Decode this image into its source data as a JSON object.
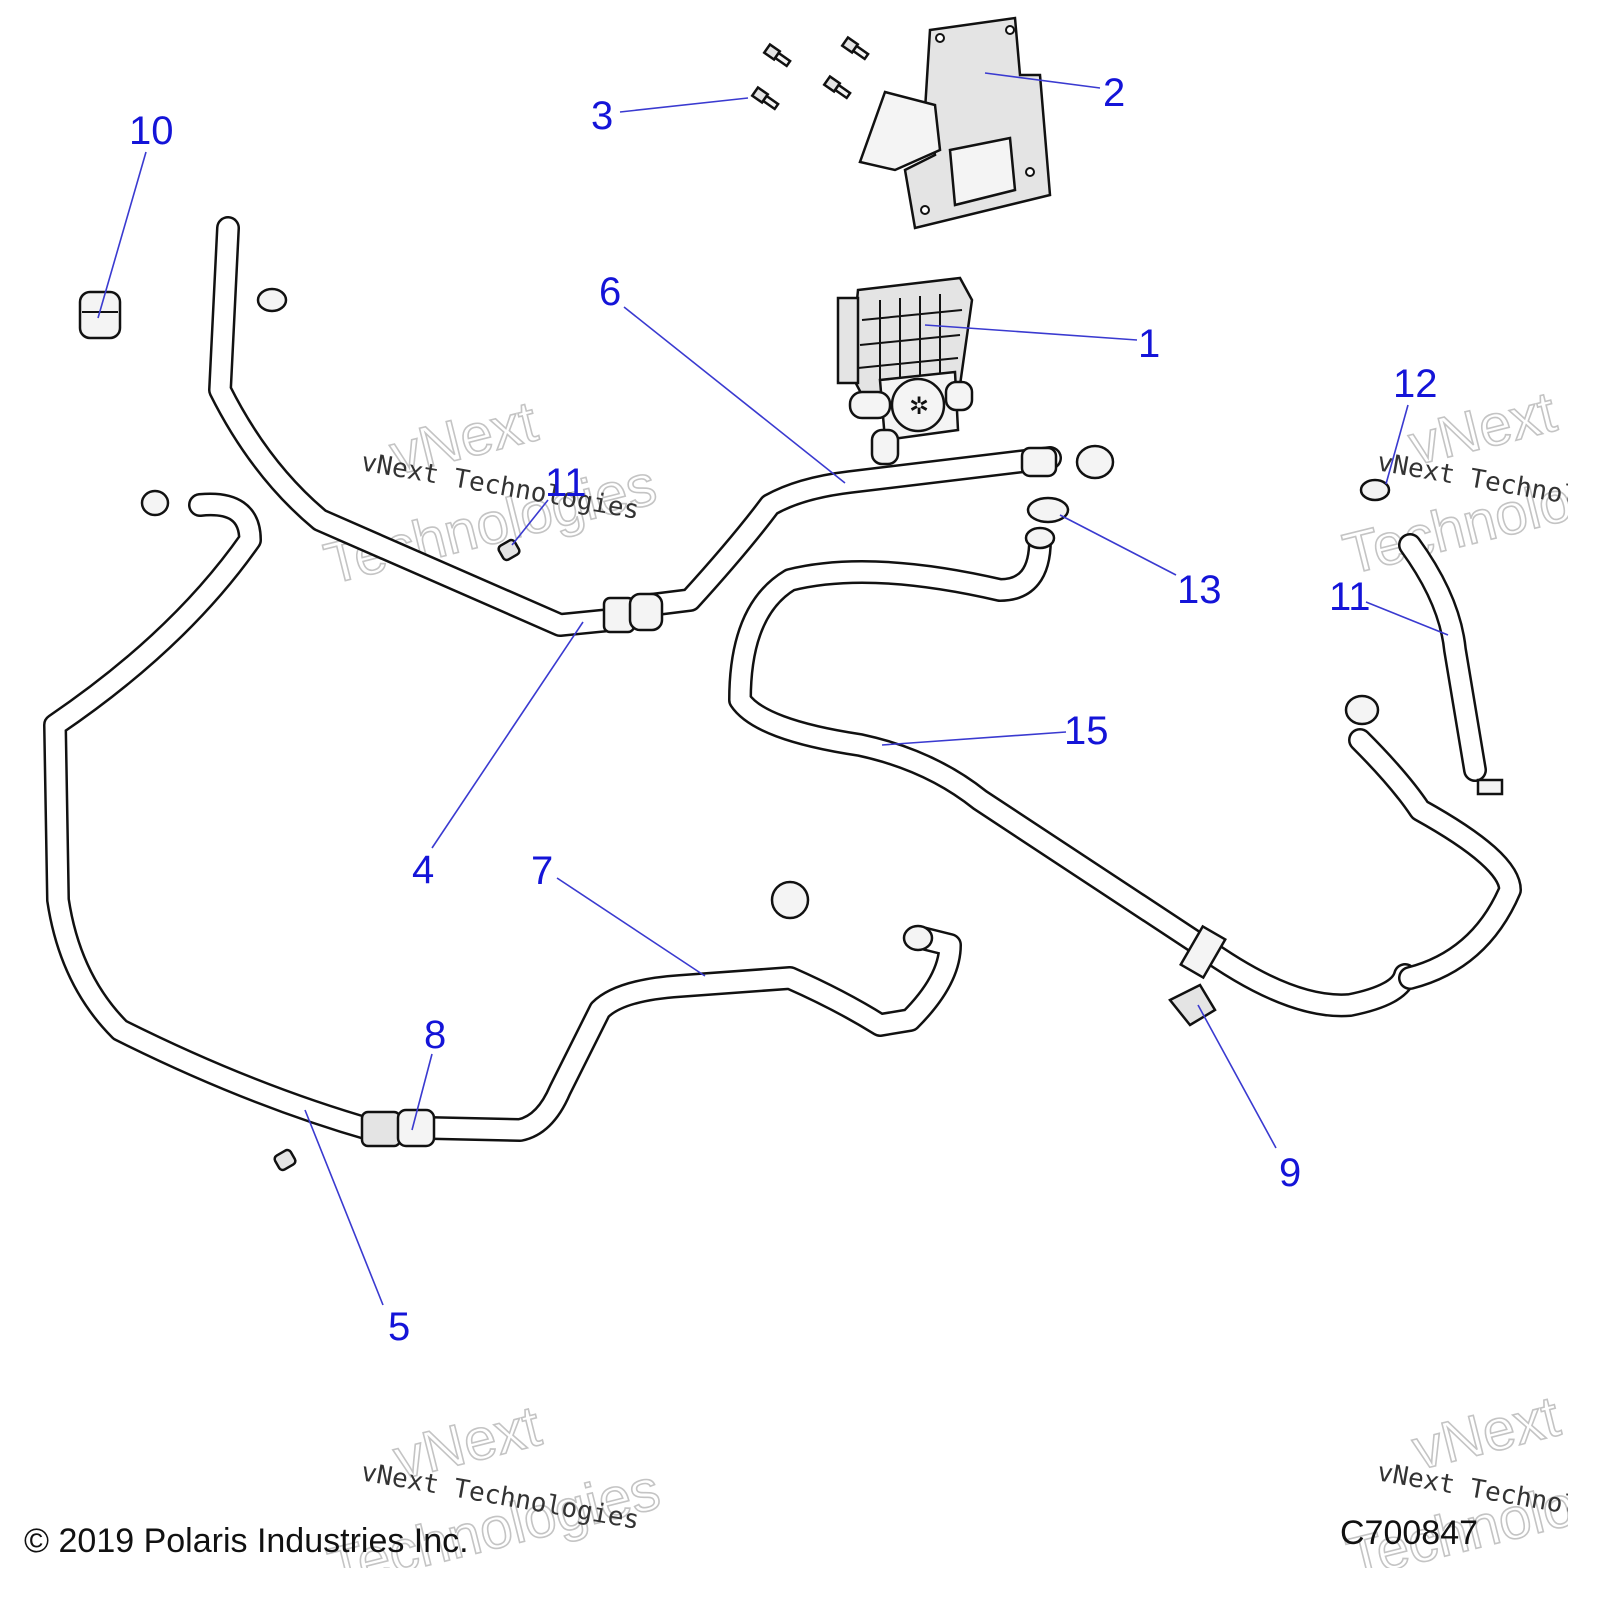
{
  "diagram": {
    "callouts": [
      {
        "id": "1",
        "label": "1"
      },
      {
        "id": "2",
        "label": "2"
      },
      {
        "id": "3",
        "label": "3"
      },
      {
        "id": "4",
        "label": "4"
      },
      {
        "id": "5",
        "label": "5"
      },
      {
        "id": "6",
        "label": "6"
      },
      {
        "id": "7",
        "label": "7"
      },
      {
        "id": "8",
        "label": "8"
      },
      {
        "id": "9",
        "label": "9"
      },
      {
        "id": "10",
        "label": "10"
      },
      {
        "id": "11",
        "label": "11"
      },
      {
        "id": "11b",
        "label": "11"
      },
      {
        "id": "12",
        "label": "12"
      },
      {
        "id": "13",
        "label": "13"
      },
      {
        "id": "15",
        "label": "15"
      }
    ]
  },
  "watermark": {
    "brand_top": "vNext",
    "brand_bottom": "Technologies",
    "caption": "vNext Technologies"
  },
  "footer": {
    "copyright": "© 2019 Polaris Industries Inc.",
    "drawing_number": "C700847"
  },
  "colors": {
    "callout_text": "#1414d8",
    "leader_line": "#3a3ad0",
    "line_art": "#111111",
    "watermark": "#c4c4c4"
  }
}
